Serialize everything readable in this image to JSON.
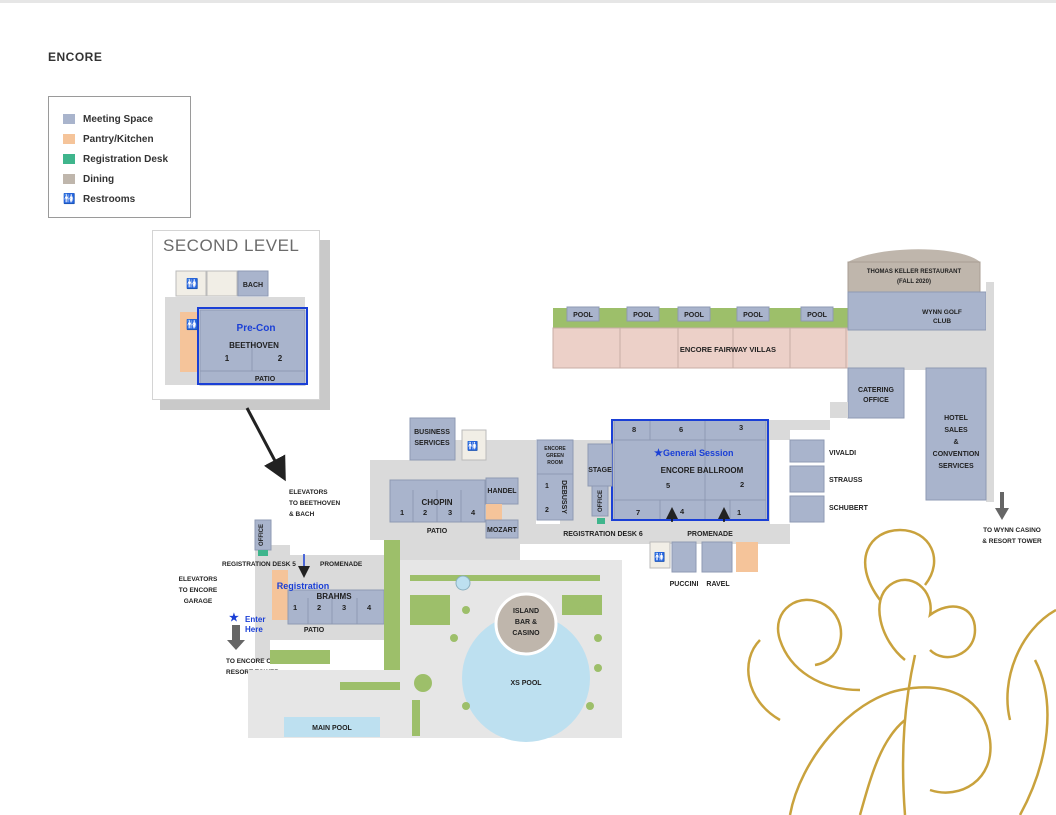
{
  "page": {
    "title": "ENCORE"
  },
  "legend": {
    "items": [
      {
        "label": "Meeting Space",
        "color": "#a9b4cc"
      },
      {
        "label": "Pantry/Kitchen",
        "color": "#f5c49a"
      },
      {
        "label": "Registration Desk",
        "color": "#3fb58c"
      },
      {
        "label": "Dining",
        "color": "#bfb6ac"
      },
      {
        "label": "Restrooms",
        "icon": "restroom-icon"
      }
    ]
  },
  "inset": {
    "title": "SECOND LEVEL",
    "rooms": {
      "bach": "BACH",
      "beethoven": "BEETHOVEN",
      "one": "1",
      "two": "2",
      "patio": "PATIO"
    },
    "highlight": "Pre-Con"
  },
  "map": {
    "thomas_keller_1": "THOMAS KELLER RESTAURANT",
    "thomas_keller_2": "(FALL 2020)",
    "wynn_golf_1": "WYNN GOLF",
    "wynn_golf_2": "CLUB",
    "pool": "POOL",
    "fairway_villas": "ENCORE FAIRWAY VILLAS",
    "catering_1": "CATERING",
    "catering_2": "OFFICE",
    "hotel_sales_1": "HOTEL",
    "hotel_sales_2": "SALES",
    "hotel_sales_3": "&",
    "hotel_sales_4": "CONVENTION",
    "hotel_sales_5": "SERVICES",
    "to_wynn_1": "TO WYNN CASINO",
    "to_wynn_2": "& RESORT TOWER",
    "vivaldi": "VIVALDI",
    "strauss": "STRAUSS",
    "schubert": "SCHUBERT",
    "ballroom": "ENCORE BALLROOM",
    "general_session": "General Session",
    "ballroom_sections": [
      "8",
      "6",
      "3",
      "5",
      "2",
      "7",
      "4",
      "1"
    ],
    "promenade": "PROMENADE",
    "registration_desk_6": "REGISTRATION DESK 6",
    "puccini": "PUCCINI",
    "ravel": "RAVEL",
    "stage": "STAGE",
    "office": "OFFICE",
    "debussy": "DEBUSSY",
    "green_room_1": "ENCORE",
    "green_room_2": "GREEN",
    "green_room_3": "ROOM",
    "business_services_1": "BUSINESS",
    "business_services_2": "SERVICES",
    "handel": "HANDEL",
    "mozart": "MOZART",
    "chopin": "CHOPIN",
    "patio": "PATIO",
    "elevators_beethoven_1": "ELEVATORS",
    "elevators_beethoven_2": "TO BEETHOVEN",
    "elevators_beethoven_3": "& BACH",
    "registration_desk_5": "REGISTRATION DESK 5",
    "registration": "Registration",
    "brahms": "BRAHMS",
    "elevators_garage_1": "ELEVATORS",
    "elevators_garage_2": "TO ENCORE",
    "elevators_garage_3": "GARAGE",
    "enter_here_1": "Enter",
    "enter_here_2": "Here",
    "to_encore_1": "TO ENCORE CASINO &",
    "to_encore_2": "RESORT TOWER",
    "island_bar_1": "ISLAND",
    "island_bar_2": "BAR &",
    "island_bar_3": "CASINO",
    "xs_pool": "XS POOL",
    "main_pool": "MAIN POOL",
    "n1": "1",
    "n2": "2",
    "n3": "3",
    "n4": "4"
  },
  "colors": {
    "meeting": "#a9b4cc",
    "pantry": "#f5c49a",
    "registration": "#3fb58c",
    "dining": "#bfb6ac",
    "corridor": "#dadada",
    "green": "#9dbf6a",
    "villa": "#ecd0c8",
    "water": "#bde0f0",
    "highlight": "#1a3fd6",
    "gold": "#c9a23d"
  }
}
